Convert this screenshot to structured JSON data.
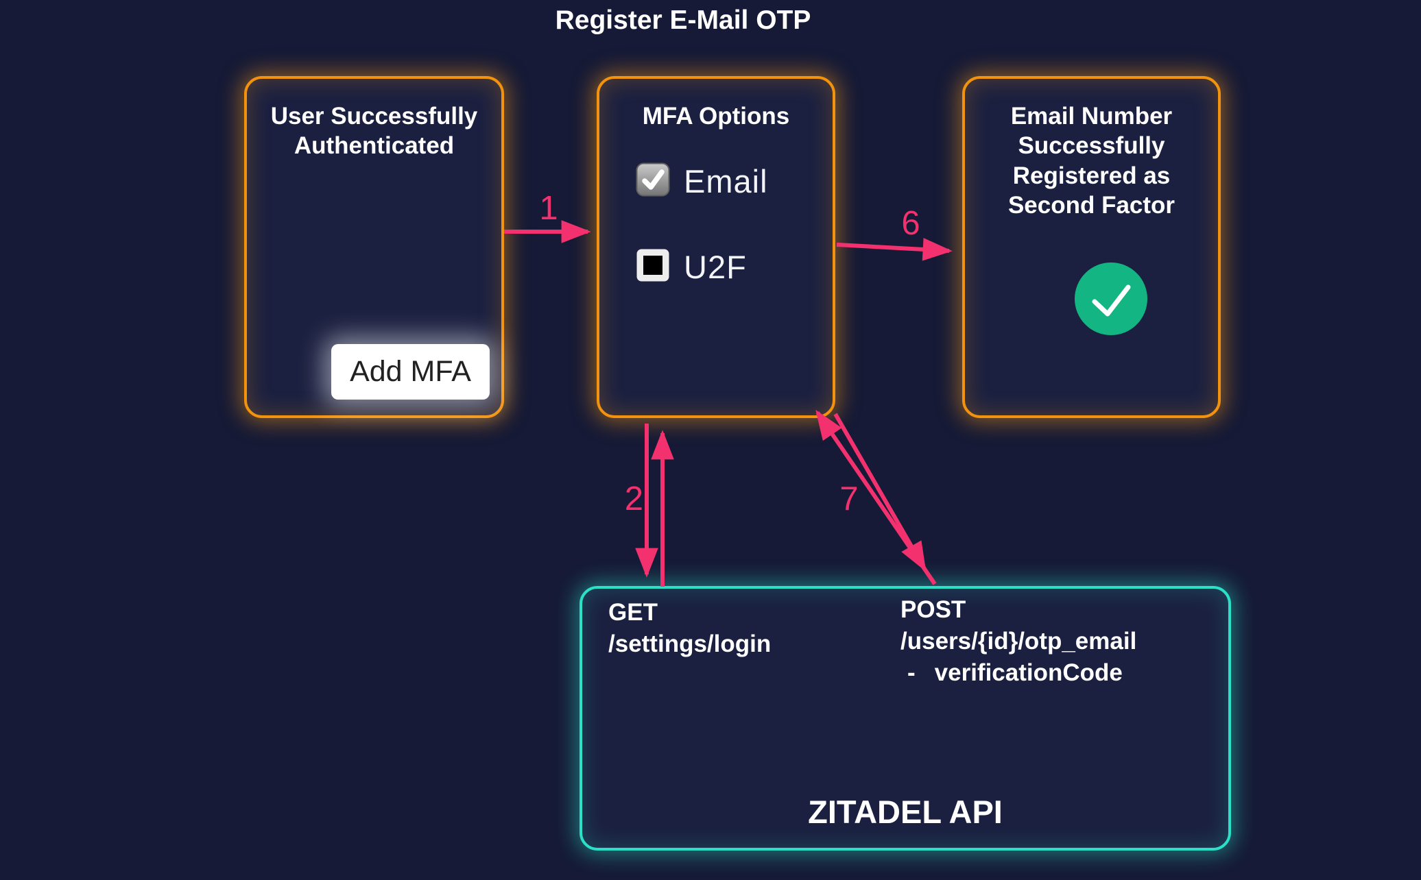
{
  "title": "Register E-Mail OTP",
  "colors": {
    "background": "#161a36",
    "box_fill": "#1b2040",
    "accent_orange": "#f2930f",
    "accent_teal": "#2be0c6",
    "accent_pink": "#f3316e",
    "success_green": "#13b583",
    "text_white": "#ffffff",
    "button_bg": "#ffffff",
    "button_text": "#212121"
  },
  "boxes": {
    "authenticated": {
      "title": "User Successfully\nAuthenticated",
      "button_label": "Add MFA"
    },
    "mfa": {
      "title": "MFA Options",
      "options": [
        {
          "label": "Email",
          "checked": true
        },
        {
          "label": "U2F",
          "checked": false
        }
      ]
    },
    "registered": {
      "title": "Email Number\nSuccessfully\nRegistered as\nSecond Factor"
    },
    "api": {
      "label": "ZITADEL API",
      "endpoints": [
        {
          "method": "GET",
          "path": "/settings/login",
          "params": []
        },
        {
          "method": "POST",
          "path": "/users/{id}/otp_email",
          "param_bullet": "-",
          "params": [
            "verificationCode"
          ]
        }
      ]
    }
  },
  "arrows": [
    {
      "label": "1",
      "from": "user-authenticated",
      "to": "mfa-options"
    },
    {
      "label": "2",
      "from": "mfa-options",
      "to": "zitadel-api"
    },
    {
      "label": "6",
      "from": "mfa-options",
      "to": "registered"
    },
    {
      "label": "7",
      "from": "mfa-options",
      "to": "zitadel-api"
    }
  ]
}
